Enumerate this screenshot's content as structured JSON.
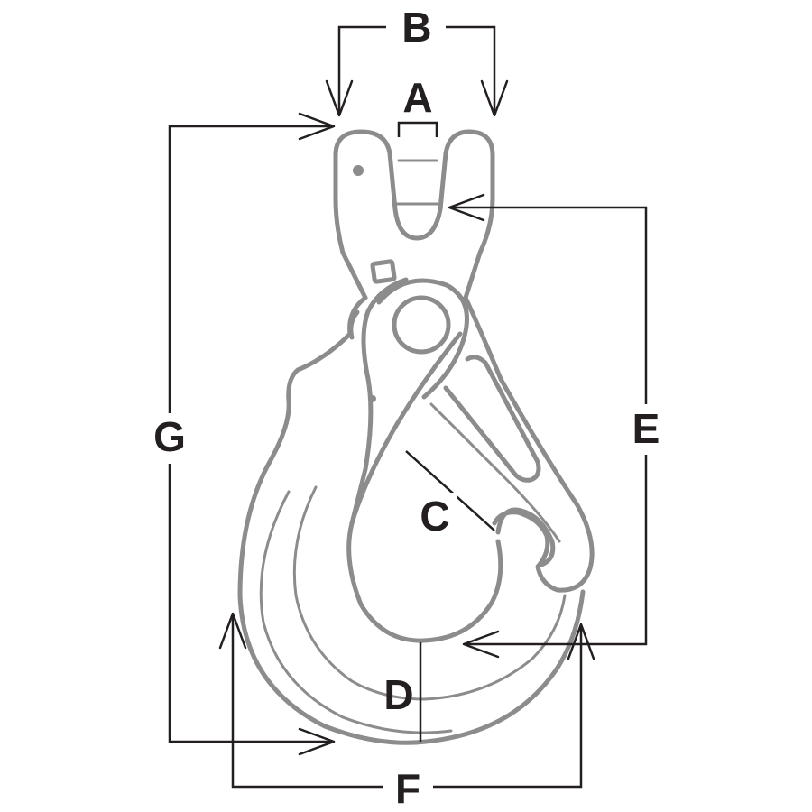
{
  "diagram": {
    "labels": {
      "a": "A",
      "b": "B",
      "c": "C",
      "d": "D",
      "e": "E",
      "f": "F",
      "g": "G"
    },
    "colors": {
      "outline": "#8c8c8c",
      "dimension": "#231f20",
      "background": "#ffffff"
    }
  }
}
